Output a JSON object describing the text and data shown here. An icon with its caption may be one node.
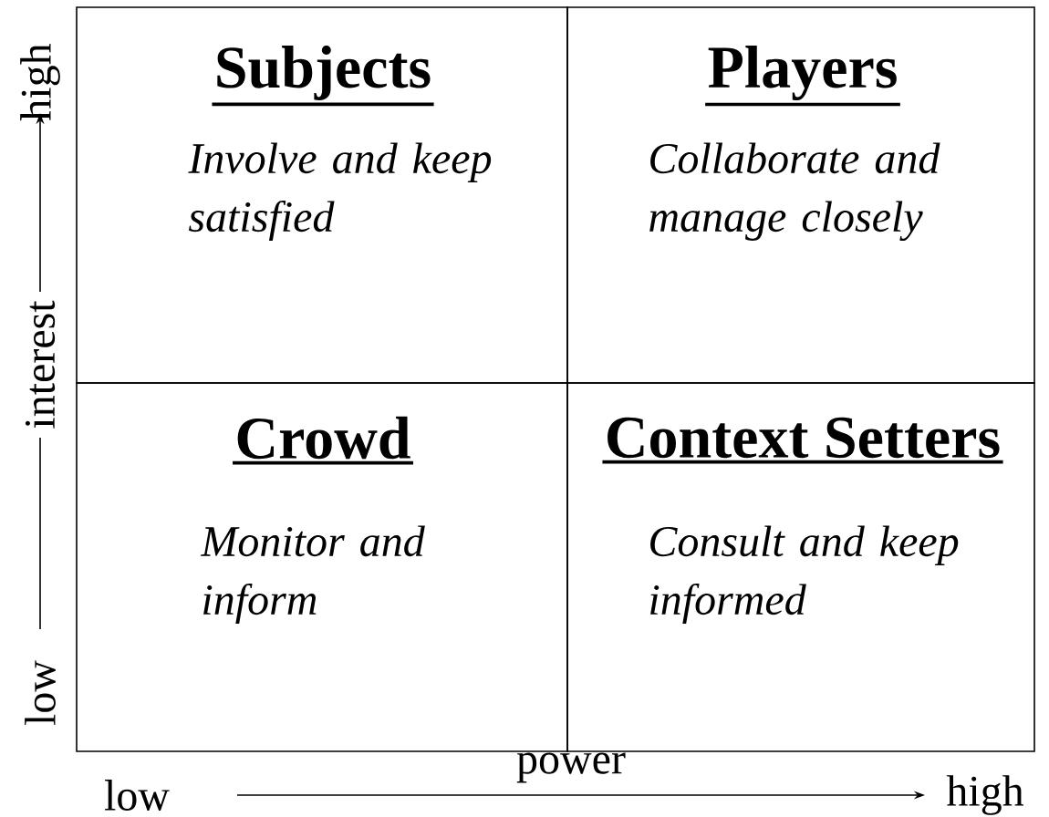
{
  "diagram": {
    "nodes": [
      {
        "text": [
          "Subjects",
          "Involve and keep satisfied"
        ]
      },
      {
        "text": [
          "Players",
          "Collaborate and manage closely"
        ]
      },
      {
        "text": [
          "Crowd",
          "Monitor and inform"
        ]
      },
      {
        "text": [
          "Context Setters",
          "Consult and keep informed"
        ]
      }
    ],
    "labels": [
      "high",
      "interest",
      "low",
      "power",
      "low",
      "high"
    ]
  }
}
